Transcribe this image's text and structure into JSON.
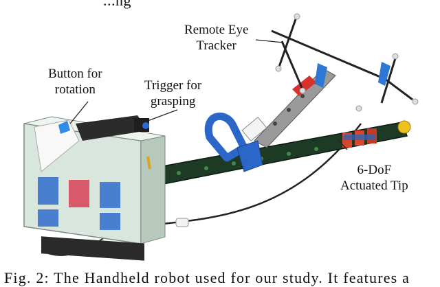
{
  "header_fragment": "...ng",
  "figure": {
    "labels": {
      "remote_eye_tracker": [
        "Remote Eye",
        "Tracker"
      ],
      "button_for_rotation": [
        "Button for",
        "rotation"
      ],
      "trigger_for_grasping": [
        "Trigger for",
        "grasping"
      ],
      "six_dof_tip": [
        "6-DoF",
        "Actuated Tip"
      ]
    }
  },
  "caption": "Fig. 2: The Handheld robot used for our study. It features a"
}
